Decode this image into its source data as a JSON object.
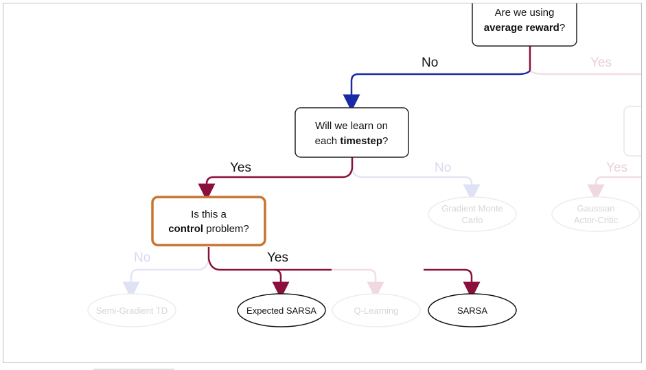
{
  "nodes": {
    "avg_reward": {
      "line1": "Are we using",
      "line2_bold": "average reward",
      "line2_rest": "?"
    },
    "learn_each_timestep": {
      "line1": "Will we learn on",
      "line2_pre": "each ",
      "line2_bold": "timestep",
      "line2_rest": "?"
    },
    "control_problem": {
      "line1": "Is this a",
      "line2_bold": "control",
      "line2_rest": " problem?"
    },
    "gradient_mc": {
      "line1": "Gradient Monte",
      "line2": "Carlo"
    },
    "gaussian_ac": {
      "line1": "Gaussian",
      "line2": "Actor-Critic"
    },
    "semi_gradient_td": {
      "label": "Semi-Gradient TD"
    },
    "expected_sarsa": {
      "label": "Expected SARSA"
    },
    "q_learning": {
      "label": "Q-Learning"
    },
    "sarsa": {
      "label": "SARSA"
    }
  },
  "edges": {
    "avg_reward_no": "No",
    "avg_reward_yes": "Yes",
    "timestep_yes": "Yes",
    "timestep_no": "No",
    "right_yes": "Yes",
    "control_no": "No",
    "control_yes": "Yes"
  },
  "colors": {
    "active_path": "#8a0f3c",
    "no_path": "#1a2aa6",
    "highlight_border": "#c8742e",
    "faded_path": "#f2dde3",
    "faded_blue": "#e3e5f6",
    "faded_node": "#ececec"
  }
}
